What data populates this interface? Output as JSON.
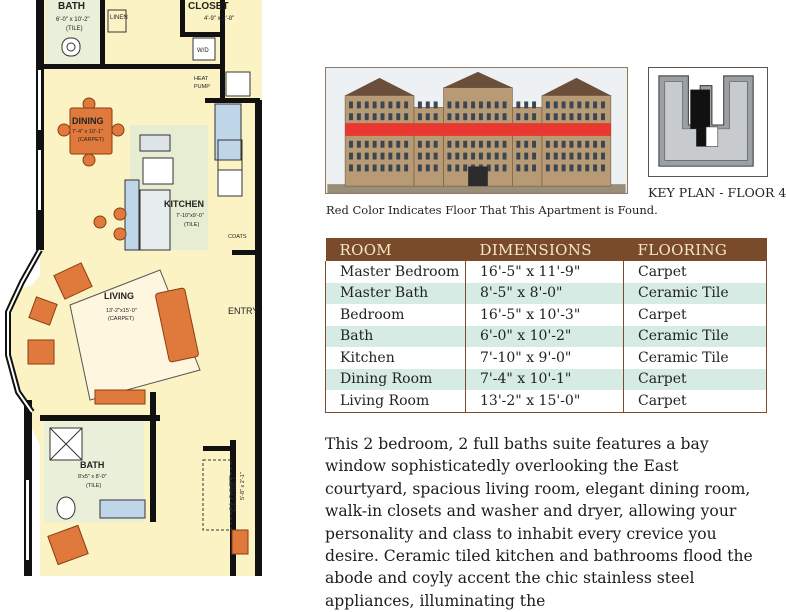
{
  "plan": {
    "bath_top": {
      "name": "BATH",
      "dims": "6'-0\" x 10'-2\"",
      "floor": "(TILE)"
    },
    "linen": "LINEN",
    "closet_top": {
      "name": "CLOSET",
      "dims": "4'-9\" x 2'-8\""
    },
    "wd": "W/D",
    "heat_pump": [
      "HEAT",
      "PUMP"
    ],
    "dining": {
      "name": "DINING",
      "dims": "7'-4\" x 10'-1\"",
      "floor": "(CARPET)"
    },
    "kitchen": {
      "name": "KITCHEN",
      "dims": "7'-10\"x9'-0\"",
      "floor": "(TILE)"
    },
    "coats": "COATS",
    "living": {
      "name": "LIVING",
      "dims": "13'-2\"x15'-0\"",
      "floor": "(CARPET)"
    },
    "entry": "ENTRY",
    "bath_bottom": {
      "name": "BATH",
      "dims": "8'x5\" x 8'-0\"",
      "floor": "(TILE)"
    },
    "closet_side": {
      "name": "CLOSET",
      "dims": "5'-8\" x 2'-1\""
    }
  },
  "elevation_caption": "Red Color Indicates Floor That This Apartment is Found.",
  "key_plan_label": "KEY PLAN - FLOOR 4",
  "table": {
    "headers": [
      "ROOM",
      "DIMENSIONS",
      "FLOORING"
    ],
    "rows": [
      {
        "room": "Master Bedroom",
        "dims": "16'-5\" x 11'-9\"",
        "floor": "Carpet"
      },
      {
        "room": "Master Bath",
        "dims": "8'-5\" x 8'-0\"",
        "floor": "Ceramic Tile"
      },
      {
        "room": "Bedroom",
        "dims": "16'-5\" x 10'-3\"",
        "floor": "Carpet"
      },
      {
        "room": "Bath",
        "dims": "6'-0\" x 10'-2\"",
        "floor": "Ceramic Tile"
      },
      {
        "room": "Kitchen",
        "dims": "7'-10\" x 9'-0\"",
        "floor": "Ceramic Tile"
      },
      {
        "room": "Dining Room",
        "dims": "7'-4\" x 10'-1\"",
        "floor": "Carpet"
      },
      {
        "room": "Living Room",
        "dims": "13'-2\" x 15'-0\"",
        "floor": "Carpet"
      }
    ]
  },
  "description": "This 2 bedroom, 2 full baths suite features a bay window sophisticatedly overlooking the East courtyard, spacious living room, elegant dining room, walk-in closets and washer and dryer, allowing your personality and class to inhabit every crevice you desire. Ceramic tiled kitchen and bathrooms flood the abode and coyly accent the chic stainless steel appliances, illuminating the",
  "colors": {
    "header_brown": "#7a4b2b",
    "row_alt": "#d5ebe3",
    "plan_floor": "#fbf3c4",
    "furniture": "#e07a3c",
    "highlight_floor": "#e8382f"
  }
}
